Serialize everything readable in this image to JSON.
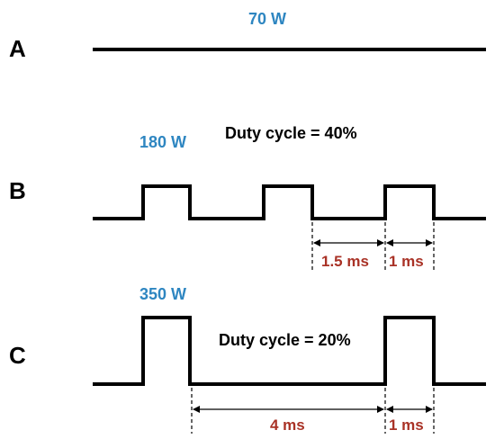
{
  "colors": {
    "power": "#2E86C1",
    "dimension": "#A93226",
    "waveform": "#000000"
  },
  "rows": {
    "a": {
      "label": "A",
      "power": "70 W"
    },
    "b": {
      "label": "B",
      "power": "180 W",
      "duty_cycle": "Duty cycle = 40%",
      "off_time": "1.5 ms",
      "on_time": "1 ms"
    },
    "c": {
      "label": "C",
      "power": "350 W",
      "duty_cycle": "Duty cycle = 20%",
      "off_time": "4 ms",
      "on_time": "1 ms"
    }
  }
}
